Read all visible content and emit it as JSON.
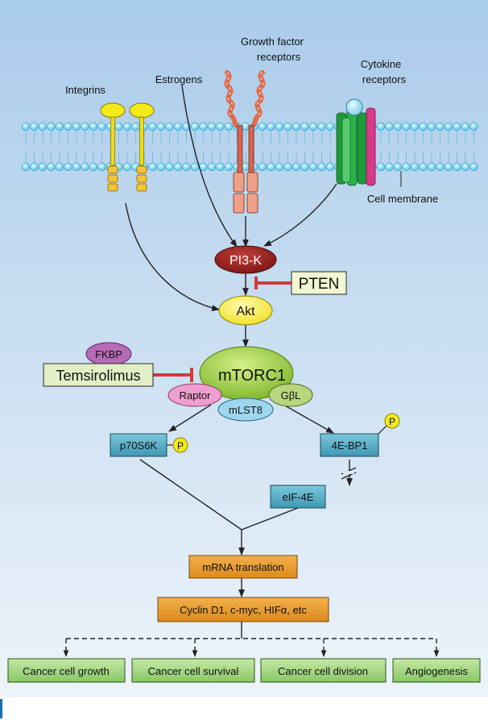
{
  "labels": {
    "integrins": "Integrins",
    "estrogens": "Estrogens",
    "growth_factor_line1": "Growth factor",
    "growth_factor_line2": "receptors",
    "cytokine_line1": "Cytokine",
    "cytokine_line2": "receptors",
    "cell_membrane": "Cell membrane"
  },
  "nodes": {
    "pi3k": "PI3-K",
    "pten": "PTEN",
    "akt": "Akt",
    "fkbp": "FKBP",
    "temsirolimus": "Temsirolimus",
    "mtorc1": "mTORC1",
    "raptor": "Raptor",
    "gbl": "GβL",
    "mlst8": "mLST8",
    "p70s6k": "p70S6K",
    "p_marker": "P",
    "fourebp1": "4E-BP1",
    "eif4e": "eIF-4E",
    "mrna": "mRNA translation",
    "cyclin": "Cyclin D1, c-myc, HIFα, etc"
  },
  "outcomes": [
    "Cancer cell growth",
    "Cancer cell survival",
    "Cancer cell division",
    "Angiogenesis"
  ],
  "colors": {
    "bg_top": "#a9cbea",
    "bg_bottom": "#eef4fa",
    "membrane_bead": "#6fd3f2",
    "pi3k": "#8e1d1a",
    "pten_box": "#f1f7d2",
    "akt": "#f7ee3e",
    "mtorc1": "#a7d444",
    "fkbp": "#b56bb6",
    "raptor": "#ef9fcf",
    "gbl": "#b9d67e",
    "mlst8": "#9fd6ef",
    "teal_box": "#4aa9c2",
    "orange_box": "#e99a2a",
    "outcome_box": "#9ed47a",
    "inhibitor": "#d33a3a"
  }
}
